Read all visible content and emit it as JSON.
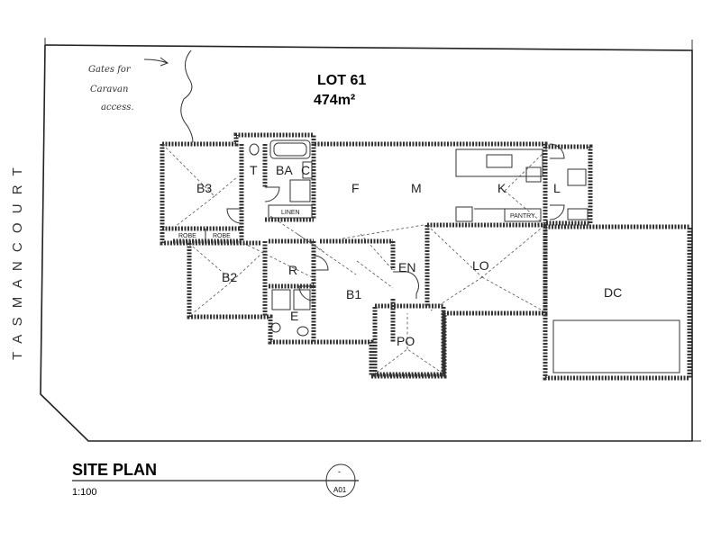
{
  "street_name": "T A S M A N     C O U R T",
  "lot": {
    "number": "LOT 61",
    "area": "474m²"
  },
  "note": {
    "line1": "Gates for",
    "line2": "Caravan",
    "line3": "access."
  },
  "rooms": {
    "b3": "B3",
    "t": "T",
    "ba": "BA",
    "c": "C",
    "f": "F",
    "m": "M",
    "k": "K",
    "l": "L",
    "b2": "B2",
    "r": "R",
    "e": "E",
    "b1": "B1",
    "en": "EN",
    "lo": "LO",
    "po": "PO",
    "dc": "DC"
  },
  "small_labels": {
    "linen": "LINEN",
    "pantry": "PANTRY",
    "robe_1": "ROBE",
    "robe_2": "ROBE"
  },
  "title_block": {
    "title": "SITE PLAN",
    "scale": "1:100",
    "north": "-",
    "sheet": "A01"
  }
}
